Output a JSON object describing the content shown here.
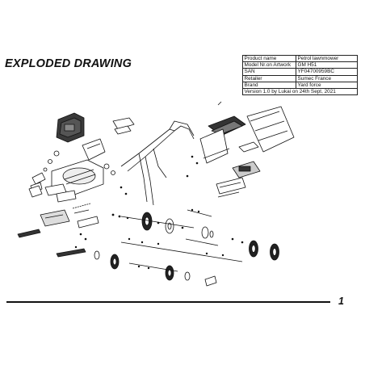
{
  "page": {
    "heading": "EXPLODED DRAWING",
    "page_number": "1"
  },
  "info_table": {
    "rows": [
      {
        "label": "Product name",
        "value": "Petrol lawnmower"
      },
      {
        "label": "Model Nr.on Artwork",
        "value": "GM H51"
      },
      {
        "label": "SAN",
        "value": "YF04700959BC"
      },
      {
        "label": "Retailer",
        "value": "Sumec France"
      },
      {
        "label": "Brand",
        "value": "Yard force"
      }
    ],
    "version_line": "Version 1.0 by Lukai on 24th Sept, 2021"
  },
  "colors": {
    "line": "#111111",
    "part_fill": "#ffffff",
    "dark_part": "#2a2a2a"
  }
}
